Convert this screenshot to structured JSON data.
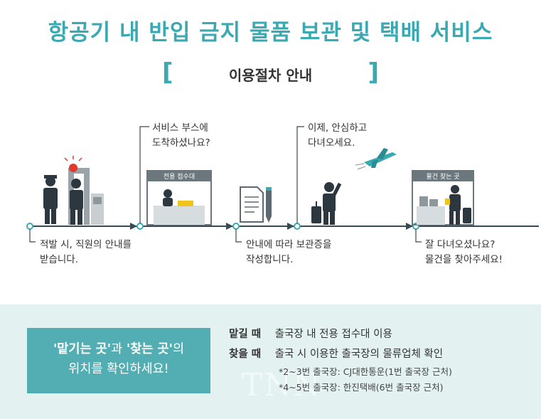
{
  "header": {
    "title": "항공기 내 반입 금지 물품 보관 및 택배 서비스",
    "subtitle": "이용절차 안내",
    "bracket_left": "[",
    "bracket_right": "]"
  },
  "steps": [
    {
      "text_line1": "적발 시, 직원의 안내를",
      "text_line2": "받습니다."
    },
    {
      "text_line1": "서비스 부스에",
      "text_line2": "도착하셨나요?",
      "booth_sign": "전용 접수대"
    },
    {
      "text_line1": "안내에 따라 보관증을",
      "text_line2": "작성합니다."
    },
    {
      "text_line1": "이제, 안심하고",
      "text_line2": "다녀오세요."
    },
    {
      "text_line1": "잘 다녀오셨나요?",
      "text_line2": "물건을 찾아주세요!",
      "booth_sign": "물건 찾는 곳"
    }
  ],
  "bottom": {
    "badge_part1": "'맡기는 곳'",
    "badge_part2": "과 ",
    "badge_part3": "'찾는 곳'",
    "badge_part4": "의",
    "badge_line2": "위치를 확인하세요!",
    "rows": [
      {
        "key": "맡길 때",
        "value": "출국장 내 전용 접수대 이용"
      },
      {
        "key": "찾을 때",
        "value": "출국 시 이용한 출국장의 물류업체 확인"
      }
    ],
    "notes": [
      "*2~3번 출국장: CJ대한통운(1번 출국장 근처)",
      "*4~5번 출국장: 한진택배(6번 출국장 근처)"
    ],
    "watermark": "TNN"
  },
  "colors": {
    "accent": "#3aa9b1",
    "badge_bg": "#53aeb4",
    "bottom_bg": "#e3f1f1",
    "line": "#3a4a55",
    "alarm": "#e03a2f",
    "airplane": "#3aa9b1"
  }
}
